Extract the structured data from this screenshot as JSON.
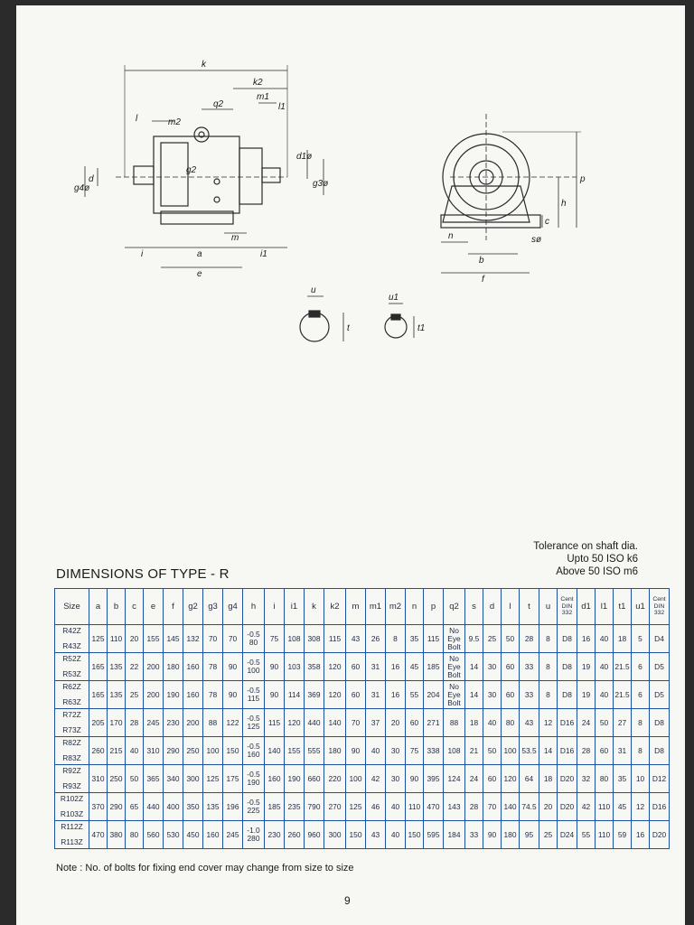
{
  "drawing_labels": {
    "k": "k",
    "k2": "k2",
    "q2_top": "q2",
    "m1": "m1",
    "l1": "l1",
    "l": "l",
    "m2": "m2",
    "g2": "g2",
    "d1": "d1ø",
    "g3": "g3ø",
    "g4": "g4ø",
    "d": "d",
    "m": "m",
    "i": "i",
    "a": "a",
    "i1": "i1",
    "e": "e",
    "p": "p",
    "h": "h",
    "c": "c",
    "n": "n",
    "s": "sø",
    "b": "b",
    "f": "f",
    "u": "u",
    "t": "t",
    "u1": "u1",
    "t1": "t1"
  },
  "tolerance": {
    "line1": "Tolerance on shaft dia.",
    "line2": "Upto 50 ISO k6",
    "line3": "Above 50 ISO m6"
  },
  "heading": "DIMENSIONS OF TYPE - R",
  "table": {
    "columns": [
      "Size",
      "a",
      "b",
      "c",
      "e",
      "f",
      "g2",
      "g3",
      "g4",
      "h",
      "i",
      "i1",
      "k",
      "k2",
      "m",
      "m1",
      "m2",
      "n",
      "p",
      "q2",
      "s",
      "d",
      "l",
      "t",
      "u",
      "Cent DIN 332",
      "d1",
      "l1",
      "t1",
      "u1",
      "Cent DIN 332"
    ],
    "rows": [
      {
        "size_top": "R42Z",
        "size_bot": "R43Z",
        "tol": "-0.5",
        "cells": [
          "125",
          "110",
          "20",
          "155",
          "145",
          "132",
          "70",
          "70",
          "80",
          "75",
          "108",
          "308",
          "115",
          "43",
          "26",
          "8",
          "35",
          "115",
          "No Eye Bolt",
          "9.5",
          "25",
          "50",
          "28",
          "8",
          "D8",
          "16",
          "40",
          "18",
          "5",
          "D4"
        ]
      },
      {
        "size_top": "R52Z",
        "size_bot": "R53Z",
        "tol": "-0.5",
        "cells": [
          "165",
          "135",
          "22",
          "200",
          "180",
          "160",
          "78",
          "90",
          "100",
          "90",
          "103",
          "358",
          "120",
          "60",
          "31",
          "16",
          "45",
          "185",
          "No Eye Bolt",
          "14",
          "30",
          "60",
          "33",
          "8",
          "D8",
          "19",
          "40",
          "21.5",
          "6",
          "D5"
        ]
      },
      {
        "size_top": "R62Z",
        "size_bot": "R63Z",
        "tol": "-0.5",
        "cells": [
          "165",
          "135",
          "25",
          "200",
          "190",
          "160",
          "78",
          "90",
          "115",
          "90",
          "114",
          "369",
          "120",
          "60",
          "31",
          "16",
          "55",
          "204",
          "No Eye Bolt",
          "14",
          "30",
          "60",
          "33",
          "8",
          "D8",
          "19",
          "40",
          "21.5",
          "6",
          "D5"
        ]
      },
      {
        "size_top": "R72Z",
        "size_bot": "R73Z",
        "tol": "-0.5",
        "cells": [
          "205",
          "170",
          "28",
          "245",
          "230",
          "200",
          "88",
          "122",
          "125",
          "115",
          "120",
          "440",
          "140",
          "70",
          "37",
          "20",
          "60",
          "271",
          "88",
          "18",
          "40",
          "80",
          "43",
          "12",
          "D16",
          "24",
          "50",
          "27",
          "8",
          "D8"
        ]
      },
      {
        "size_top": "R82Z",
        "size_bot": "R83Z",
        "tol": "-0.5",
        "cells": [
          "260",
          "215",
          "40",
          "310",
          "290",
          "250",
          "100",
          "150",
          "160",
          "140",
          "155",
          "555",
          "180",
          "90",
          "40",
          "30",
          "75",
          "338",
          "108",
          "21",
          "50",
          "100",
          "53.5",
          "14",
          "D16",
          "28",
          "60",
          "31",
          "8",
          "D8"
        ]
      },
      {
        "size_top": "R92Z",
        "size_bot": "R93Z",
        "tol": "-0.5",
        "cells": [
          "310",
          "250",
          "50",
          "365",
          "340",
          "300",
          "125",
          "175",
          "190",
          "160",
          "190",
          "660",
          "220",
          "100",
          "42",
          "30",
          "90",
          "395",
          "124",
          "24",
          "60",
          "120",
          "64",
          "18",
          "D20",
          "32",
          "80",
          "35",
          "10",
          "D12"
        ]
      },
      {
        "size_top": "R102Z",
        "size_bot": "R103Z",
        "tol": "-0.5",
        "cells": [
          "370",
          "290",
          "65",
          "440",
          "400",
          "350",
          "135",
          "196",
          "225",
          "185",
          "235",
          "790",
          "270",
          "125",
          "46",
          "40",
          "110",
          "470",
          "143",
          "28",
          "70",
          "140",
          "74.5",
          "20",
          "D20",
          "42",
          "110",
          "45",
          "12",
          "D16"
        ]
      },
      {
        "size_top": "R112Z",
        "size_bot": "R113Z",
        "tol": "-1.0",
        "cells": [
          "470",
          "380",
          "80",
          "560",
          "530",
          "450",
          "160",
          "245",
          "280",
          "230",
          "260",
          "960",
          "300",
          "150",
          "43",
          "40",
          "150",
          "595",
          "184",
          "33",
          "90",
          "180",
          "95",
          "25",
          "D24",
          "55",
          "110",
          "59",
          "16",
          "D20"
        ]
      }
    ]
  },
  "note": "Note : No. of bolts for fixing end cover may change from size to size",
  "page_number": "9"
}
